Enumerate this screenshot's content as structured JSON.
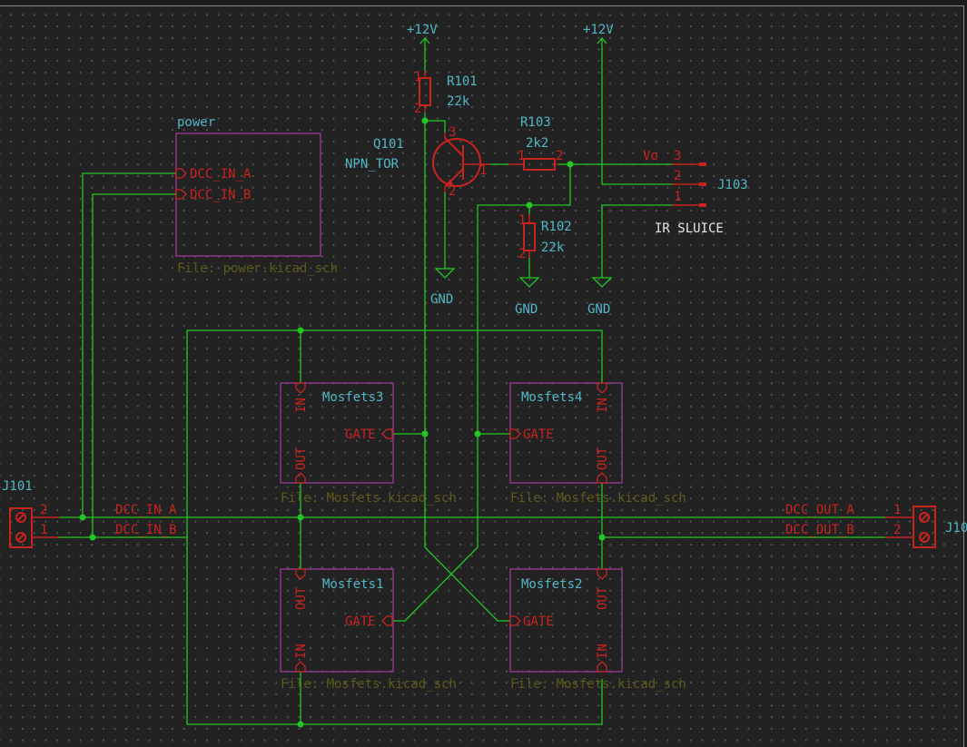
{
  "power_symbols": {
    "vcc1": "+12V",
    "vcc2": "+12V",
    "gnd1": "GND",
    "gnd2": "GND",
    "gnd3": "GND"
  },
  "components": {
    "r101": {
      "ref": "R101",
      "value": "22k",
      "pin1": "1",
      "pin2": "2"
    },
    "r102": {
      "ref": "R102",
      "value": "22k",
      "pin1": "1",
      "pin2": "2"
    },
    "r103": {
      "ref": "R103",
      "value": "2k2",
      "pin1": "1",
      "pin2": "2"
    },
    "q101": {
      "ref": "Q101",
      "value": "NPN_TOR",
      "pin1": "1",
      "pin2": "2",
      "pin3": "3"
    },
    "j101": {
      "ref": "J101",
      "pin2": "2",
      "pin1": "1"
    },
    "j102": {
      "ref": "J10",
      "pin1": "1",
      "pin2": "2"
    },
    "j103": {
      "ref": "J103",
      "value": "IR SLUICE",
      "pin3": "3",
      "pin2": "2",
      "pin1": "1"
    }
  },
  "labels": {
    "dcc_in_a": "DCC_IN_A",
    "dcc_in_b": "DCC_IN_B",
    "dcc_out_a": "DCC_OUT_A",
    "dcc_out_b": "DCC_OUT_B",
    "vo": "Vo"
  },
  "sheets": {
    "power": {
      "name": "power",
      "file": "File: power.kicad_sch",
      "pin_a": "DCC_IN_A",
      "pin_b": "DCC_IN_B"
    },
    "mosfets3": {
      "name": "Mosfets3",
      "file": "File: Mosfets.kicad_sch",
      "pin_in": "IN",
      "pin_out": "OUT",
      "pin_gate": "GATE"
    },
    "mosfets4": {
      "name": "Mosfets4",
      "file": "File: Mosfets.kicad_sch",
      "pin_in": "IN",
      "pin_out": "OUT",
      "pin_gate": "GATE"
    },
    "mosfets1": {
      "name": "Mosfets1",
      "file": "File: Mosfets.kicad_sch",
      "pin_in": "IN",
      "pin_out": "OUT",
      "pin_gate": "GATE"
    },
    "mosfets2": {
      "name": "Mosfets2",
      "file": "File: Mosfets.kicad_sch",
      "pin_in": "IN",
      "pin_out": "OUT",
      "pin_gate": "GATE"
    }
  },
  "colors": {
    "background": "#222222",
    "grid": "#5a5a5a",
    "wire": "#22c722",
    "symbol": "#c8231f",
    "reference": "#4fb8c8",
    "sheet_border": "#9b3a9b",
    "sheet_file": "#5d5a1a"
  }
}
